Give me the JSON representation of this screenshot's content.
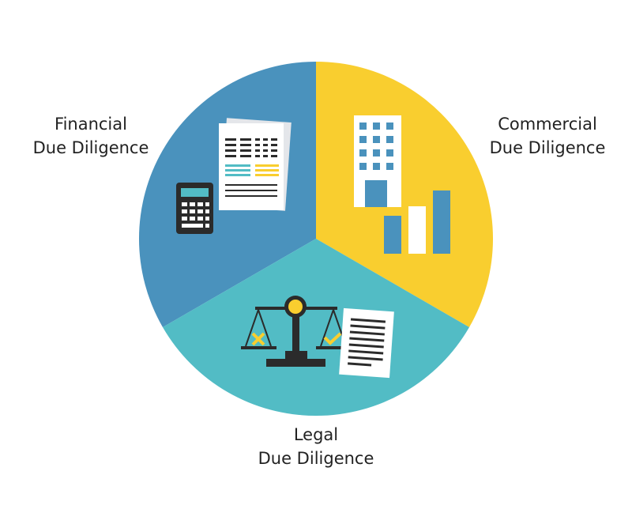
{
  "segments": [
    {
      "id": "financial",
      "line1": "Financial",
      "line2": "Due Diligence",
      "color": "#4A92BD",
      "icons": [
        "financial-report-icon",
        "calculator-icon"
      ]
    },
    {
      "id": "commercial",
      "line1": "Commercial",
      "line2": "Due Diligence",
      "color": "#F9CE2F",
      "icons": [
        "office-building-icon",
        "bar-chart-icon"
      ]
    },
    {
      "id": "legal",
      "line1": "Legal",
      "line2": "Due Diligence",
      "color": "#52BCC5",
      "icons": [
        "balance-scale-icon",
        "legal-document-icon"
      ]
    }
  ],
  "palette": {
    "dark": "#2B2B2B",
    "report_teal": "#52BCC5",
    "report_yellow": "#F9CE2F",
    "building_blue": "#4A92BD",
    "scale_yellow": "#F9CE2F",
    "paper": "#FFFFFF"
  }
}
